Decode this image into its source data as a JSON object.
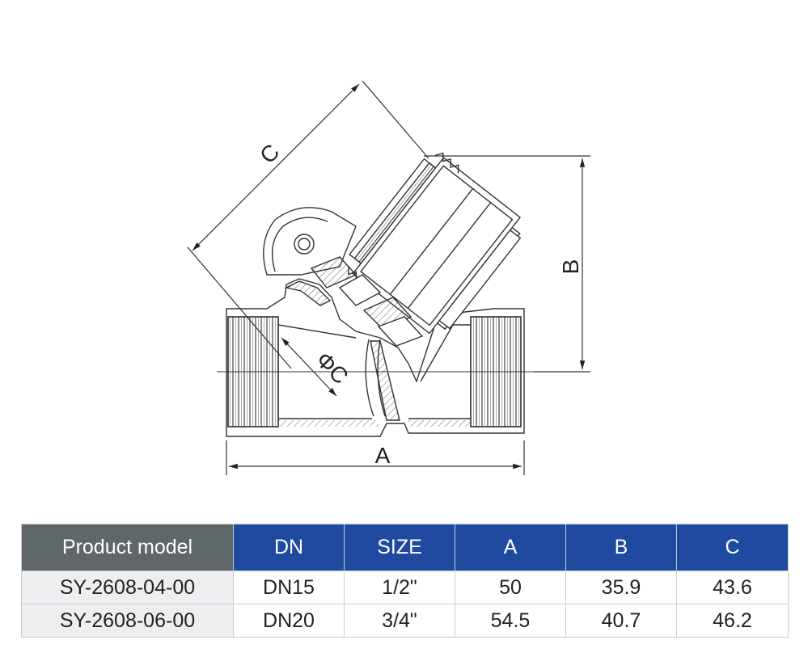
{
  "colors": {
    "header_model": "#5f6769",
    "header": "#1f4aa0",
    "model_cell": "#eceeef",
    "line": "#333333"
  },
  "diagram": {
    "labels": {
      "a": "A",
      "b": "B",
      "c": "C",
      "phi_c": "ΦC"
    }
  },
  "table": {
    "headers": [
      "Product model",
      "DN",
      "SIZE",
      "A",
      "B",
      "C"
    ],
    "rows": [
      [
        "SY-2608-04-00",
        "DN15",
        "1/2\"",
        "50",
        "35.9",
        "43.6"
      ],
      [
        "SY-2608-06-00",
        "DN20",
        "3/4\"",
        "54.5",
        "40.7",
        "46.2"
      ]
    ]
  }
}
